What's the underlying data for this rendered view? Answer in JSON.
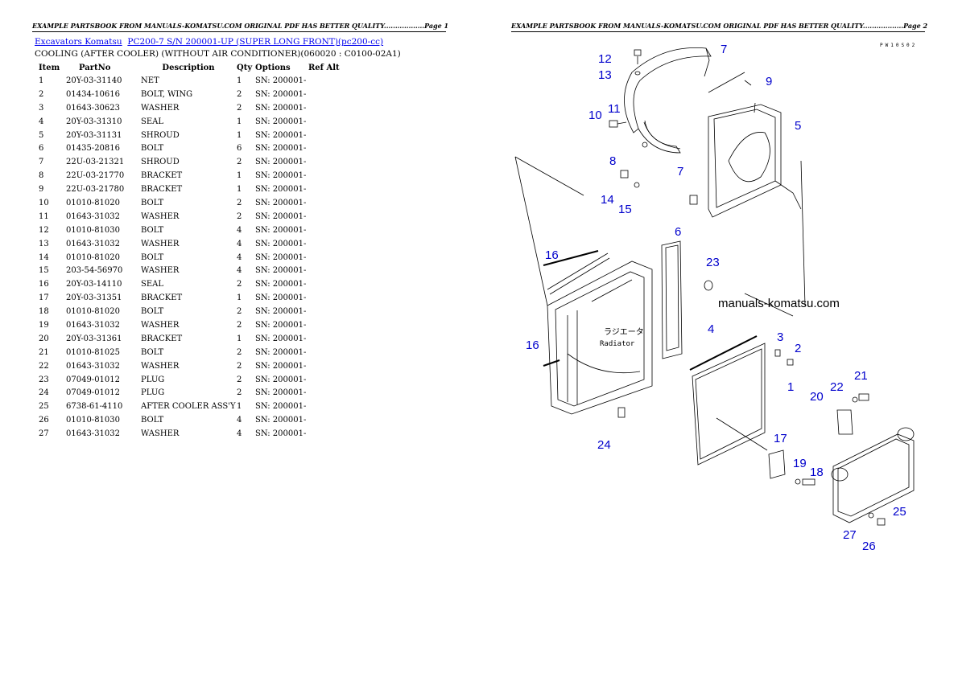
{
  "header_left": "EXAMPLE PARTSBOOK FROM MANUALS-KOMATSU.COM ORIGINAL PDF HAS BETTER QUALITY..................Page 1",
  "header_right": "EXAMPLE PARTSBOOK FROM MANUALS-KOMATSU.COM ORIGINAL PDF HAS BETTER QUALITY..................Page 2",
  "breadcrumb": {
    "category": "Excavators Komatsu",
    "model": "PC200-7 S/N 200001-UP (SUPER LONG FRONT)(pc200-cc)"
  },
  "subtitle": "COOLING (AFTER COOLER) (WITHOUT AIR CONDITIONER)(060020 : C0100-02A1)",
  "columns": {
    "item": "Item",
    "partno": "PartNo",
    "description": "Description",
    "qty": "Qty",
    "options": "Options",
    "refalt": "Ref Alt"
  },
  "parts": [
    {
      "item": "1",
      "partno": "20Y-03-31140",
      "description": "NET",
      "qty": "1",
      "options": "SN: 200001-"
    },
    {
      "item": "2",
      "partno": "01434-10616",
      "description": "BOLT, WING",
      "qty": "2",
      "options": "SN: 200001-"
    },
    {
      "item": "3",
      "partno": "01643-30623",
      "description": "WASHER",
      "qty": "2",
      "options": "SN: 200001-"
    },
    {
      "item": "4",
      "partno": "20Y-03-31310",
      "description": "SEAL",
      "qty": "1",
      "options": "SN: 200001-"
    },
    {
      "item": "5",
      "partno": "20Y-03-31131",
      "description": "SHROUD",
      "qty": "1",
      "options": "SN: 200001-"
    },
    {
      "item": "6",
      "partno": "01435-20816",
      "description": "BOLT",
      "qty": "6",
      "options": "SN: 200001-"
    },
    {
      "item": "7",
      "partno": "22U-03-21321",
      "description": "SHROUD",
      "qty": "2",
      "options": "SN: 200001-"
    },
    {
      "item": "8",
      "partno": "22U-03-21770",
      "description": "BRACKET",
      "qty": "1",
      "options": "SN: 200001-"
    },
    {
      "item": "9",
      "partno": "22U-03-21780",
      "description": "BRACKET",
      "qty": "1",
      "options": "SN: 200001-"
    },
    {
      "item": "10",
      "partno": "01010-81020",
      "description": "BOLT",
      "qty": "2",
      "options": "SN: 200001-"
    },
    {
      "item": "11",
      "partno": "01643-31032",
      "description": "WASHER",
      "qty": "2",
      "options": "SN: 200001-"
    },
    {
      "item": "12",
      "partno": "01010-81030",
      "description": "BOLT",
      "qty": "4",
      "options": "SN: 200001-"
    },
    {
      "item": "13",
      "partno": "01643-31032",
      "description": "WASHER",
      "qty": "4",
      "options": "SN: 200001-"
    },
    {
      "item": "14",
      "partno": "01010-81020",
      "description": "BOLT",
      "qty": "4",
      "options": "SN: 200001-"
    },
    {
      "item": "15",
      "partno": "203-54-56970",
      "description": "WASHER",
      "qty": "4",
      "options": "SN: 200001-"
    },
    {
      "item": "16",
      "partno": "20Y-03-14110",
      "description": "SEAL",
      "qty": "2",
      "options": "SN: 200001-"
    },
    {
      "item": "17",
      "partno": "20Y-03-31351",
      "description": "BRACKET",
      "qty": "1",
      "options": "SN: 200001-"
    },
    {
      "item": "18",
      "partno": "01010-81020",
      "description": "BOLT",
      "qty": "2",
      "options": "SN: 200001-"
    },
    {
      "item": "19",
      "partno": "01643-31032",
      "description": "WASHER",
      "qty": "2",
      "options": "SN: 200001-"
    },
    {
      "item": "20",
      "partno": "20Y-03-31361",
      "description": "BRACKET",
      "qty": "1",
      "options": "SN: 200001-"
    },
    {
      "item": "21",
      "partno": "01010-81025",
      "description": "BOLT",
      "qty": "2",
      "options": "SN: 200001-"
    },
    {
      "item": "22",
      "partno": "01643-31032",
      "description": "WASHER",
      "qty": "2",
      "options": "SN: 200001-"
    },
    {
      "item": "23",
      "partno": "07049-01012",
      "description": "PLUG",
      "qty": "2",
      "options": "SN: 200001-"
    },
    {
      "item": "24",
      "partno": "07049-01012",
      "description": "PLUG",
      "qty": "2",
      "options": "SN: 200001-"
    },
    {
      "item": "25",
      "partno": "6738-61-4110",
      "description": "AFTER COOLER ASS'Y",
      "qty": "1",
      "options": "SN: 200001-"
    },
    {
      "item": "26",
      "partno": "01010-81030",
      "description": "BOLT",
      "qty": "4",
      "options": "SN: 200001-"
    },
    {
      "item": "27",
      "partno": "01643-31032",
      "description": "WASHER",
      "qty": "4",
      "options": "SN: 200001-"
    }
  ],
  "diagram": {
    "figure_code": "PW10S02",
    "watermark": "manuals-komatsu.com",
    "radiator_label_jp": "ラジエータ",
    "radiator_label_en": "Radiator",
    "callouts": [
      "12",
      "7",
      "13",
      "9",
      "10",
      "11",
      "5",
      "8",
      "7",
      "14",
      "15",
      "6",
      "16",
      "23",
      "3",
      "4",
      "2",
      "16",
      "1",
      "20",
      "22",
      "21",
      "17",
      "19",
      "18",
      "24",
      "25",
      "27",
      "26"
    ]
  }
}
